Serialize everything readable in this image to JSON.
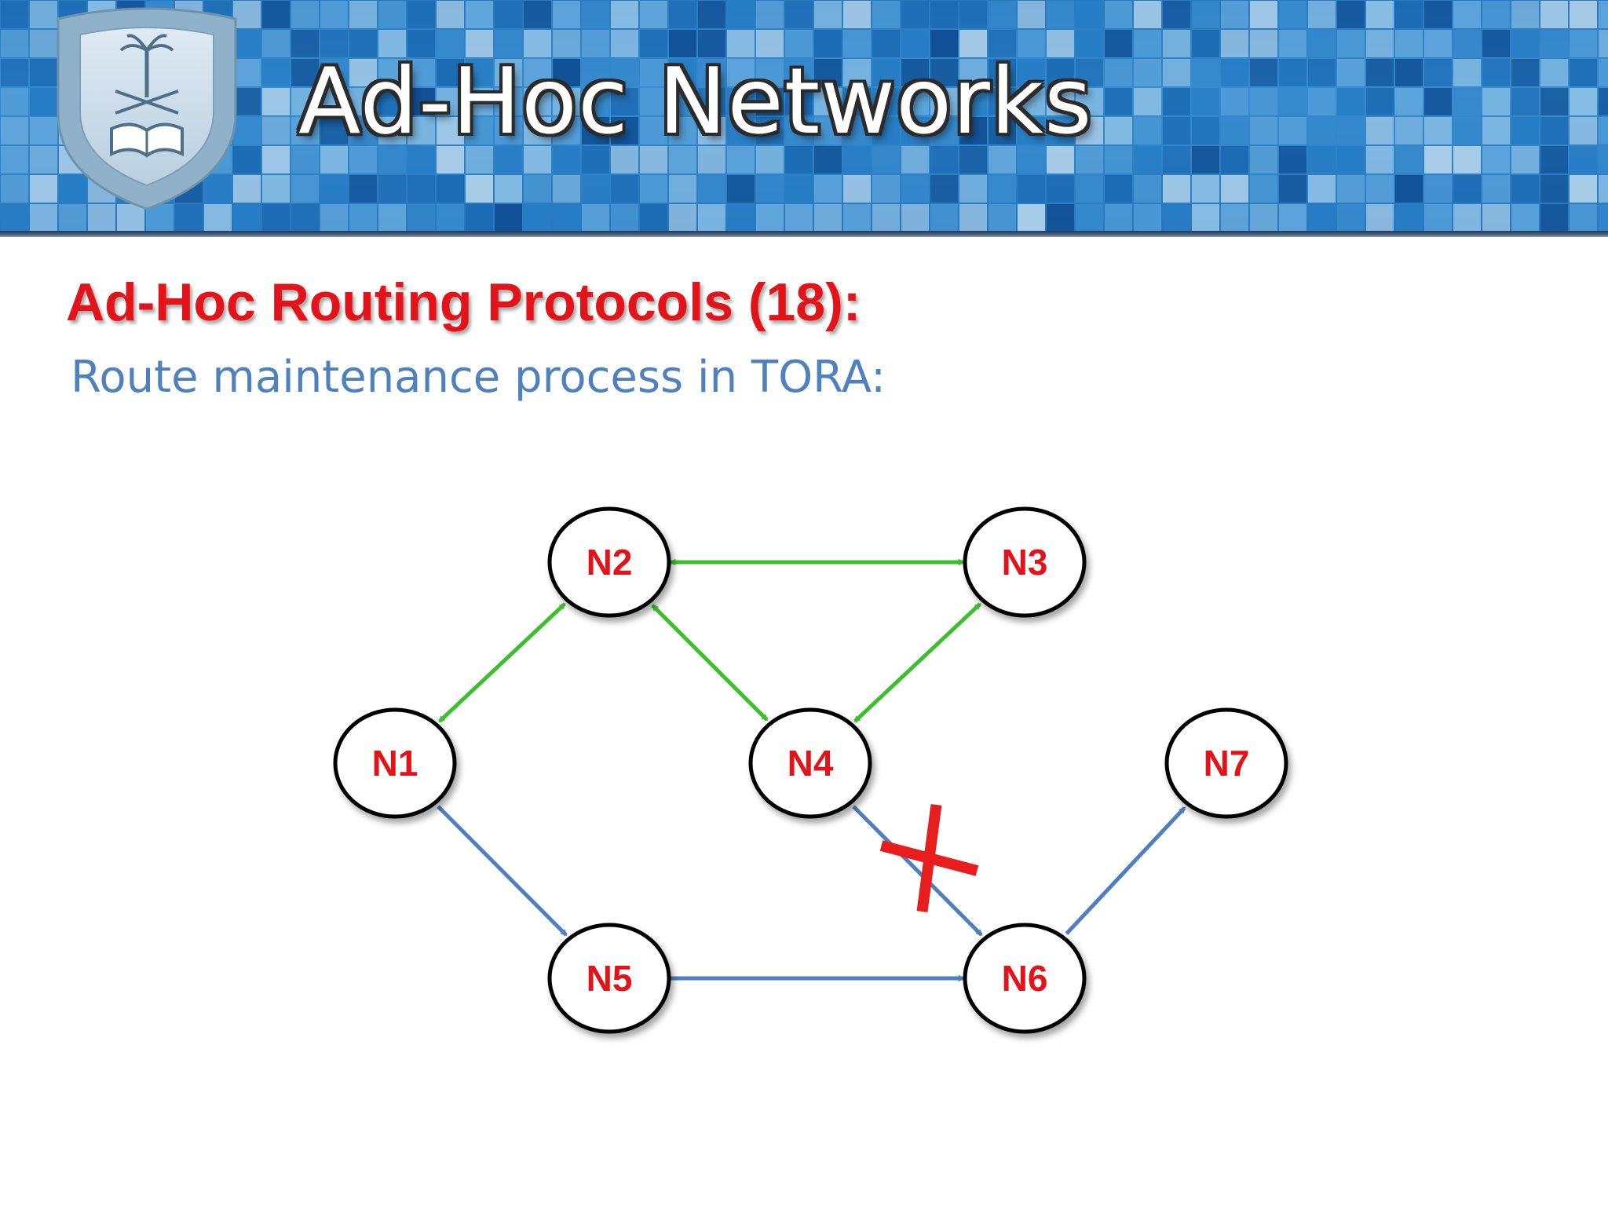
{
  "header": {
    "title": "Ad-Hoc Networks",
    "logo": {
      "icon": "university-seal-icon",
      "colors": {
        "shield": "#c7dbea",
        "rim": "#8fb1c9"
      }
    }
  },
  "slide": {
    "heading": "Ad-Hoc Routing Protocols (18):",
    "subheading": "Route maintenance process in TORA:"
  },
  "diagram": {
    "nodes": [
      {
        "id": "N1",
        "label": "N1"
      },
      {
        "id": "N2",
        "label": "N2"
      },
      {
        "id": "N3",
        "label": "N3"
      },
      {
        "id": "N4",
        "label": "N4"
      },
      {
        "id": "N5",
        "label": "N5"
      },
      {
        "id": "N6",
        "label": "N6"
      },
      {
        "id": "N7",
        "label": "N7"
      }
    ],
    "edges": [
      {
        "from": "N2",
        "to": "N3",
        "bidirectional": true,
        "color": "green"
      },
      {
        "from": "N1",
        "to": "N2",
        "bidirectional": true,
        "color": "green"
      },
      {
        "from": "N2",
        "to": "N4",
        "bidirectional": true,
        "color": "green"
      },
      {
        "from": "N3",
        "to": "N4",
        "bidirectional": true,
        "color": "green"
      },
      {
        "from": "N1",
        "to": "N5",
        "bidirectional": false,
        "color": "blue"
      },
      {
        "from": "N5",
        "to": "N6",
        "bidirectional": false,
        "color": "blue"
      },
      {
        "from": "N4",
        "to": "N6",
        "bidirectional": false,
        "color": "blue",
        "broken": true
      },
      {
        "from": "N6",
        "to": "N7",
        "bidirectional": false,
        "color": "blue"
      }
    ],
    "colors": {
      "green": "#3cbf2c",
      "blue": "#4f7fc0",
      "node_text": "#e2141a",
      "break_mark": "#e81e1e"
    }
  }
}
